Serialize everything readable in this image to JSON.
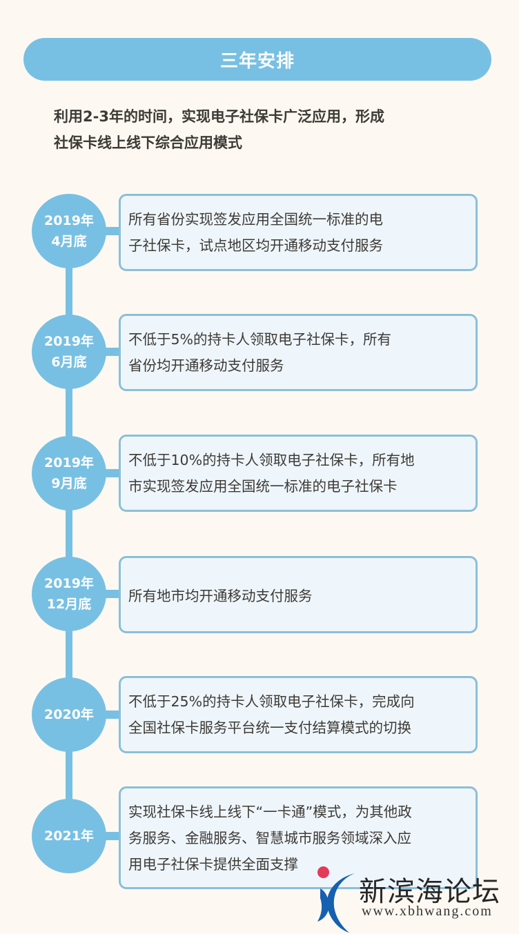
{
  "header": {
    "title": "三年安排"
  },
  "intro": {
    "line1": "利用2-3年的时间，实现电子社保卡广泛应用，形成",
    "line2": "社保卡线上线下综合应用模式"
  },
  "timeline": [
    {
      "date_line1": "2019年",
      "date_line2": "4月底",
      "lines": [
        "所有省份实现签发应用全国统一标准的电",
        "子社保卡，试点地区均开通移动支付服务"
      ]
    },
    {
      "date_line1": "2019年",
      "date_line2": "6月底",
      "lines": [
        "不低于5%的持卡人领取电子社保卡，所有",
        "省份均开通移动支付服务"
      ]
    },
    {
      "date_line1": "2019年",
      "date_line2": "9月底",
      "lines": [
        "不低于10%的持卡人领取电子社保卡，所有地",
        "市实现签发应用全国统一标准的电子社保卡"
      ]
    },
    {
      "date_line1": "2019年",
      "date_line2": "12月底",
      "lines": [
        "所有地市均开通移动支付服务"
      ]
    },
    {
      "date_line1": "2020年",
      "date_line2": "",
      "lines": [
        "不低于25%的持卡人领取电子社保卡，完成向",
        "全国社保卡服务平台统一支付结算模式的切换"
      ]
    },
    {
      "date_line1": "2021年",
      "date_line2": "",
      "lines": [
        "实现社保卡线上线下“一卡通”模式，为其他政",
        "务服务、金融服务、智慧城市服务领域深入应",
        "用电子社保卡提供全面支撑"
      ]
    }
  ],
  "watermark": {
    "title": "新滨海论坛",
    "url": "www.xbhwang.com"
  },
  "colors": {
    "accent": "#78c0e3",
    "card_border": "#8bbfd9",
    "card_fill": "#eef6fb",
    "background": "#fdf9f2",
    "text": "#3d3a36"
  }
}
